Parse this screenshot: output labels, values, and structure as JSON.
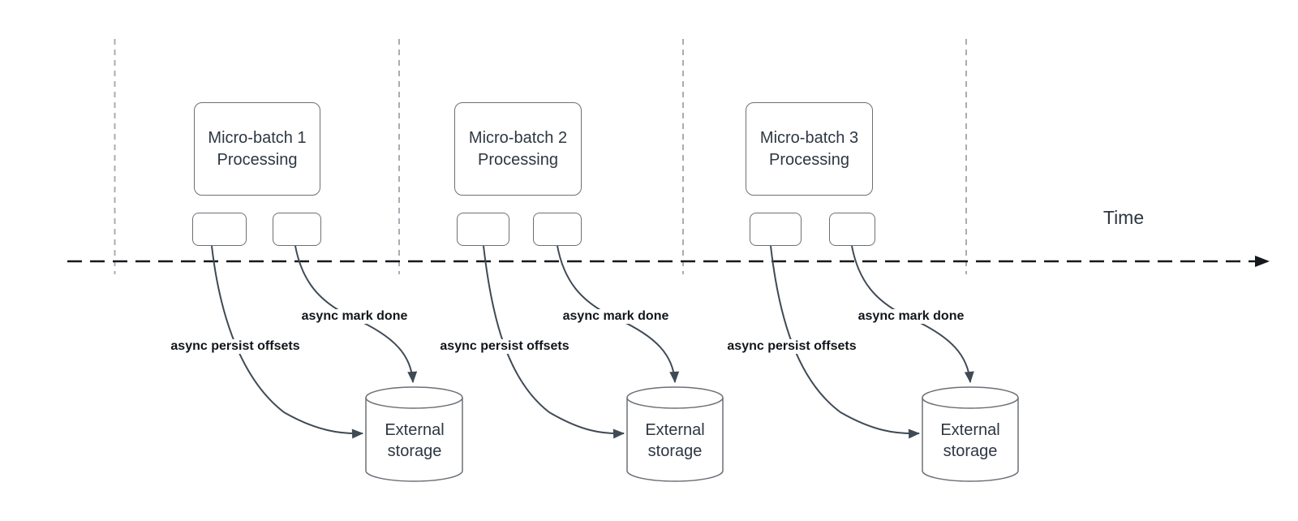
{
  "diagram": {
    "time_axis": {
      "label": "Time"
    },
    "batches": [
      {
        "box_line1": "Micro-batch 1",
        "box_line2": "Processing",
        "persist_label": "async persist offsets",
        "mark_done_label": "async mark done",
        "storage_line1": "External",
        "storage_line2": "storage"
      },
      {
        "box_line1": "Micro-batch 2",
        "box_line2": "Processing",
        "persist_label": "async persist offsets",
        "mark_done_label": "async mark done",
        "storage_line1": "External",
        "storage_line2": "storage"
      },
      {
        "box_line1": "Micro-batch 3",
        "box_line2": "Processing",
        "persist_label": "async persist offsets",
        "mark_done_label": "async mark done",
        "storage_line1": "External",
        "storage_line2": "storage"
      }
    ],
    "colors": {
      "background": "#ffffff",
      "shape_border": "#6b7077",
      "connector": "#3f4a55",
      "axis_line": "#15181c",
      "divider_line": "#a9adb2",
      "node_text": "#2e3742",
      "edge_label_text": "#12161b"
    }
  }
}
